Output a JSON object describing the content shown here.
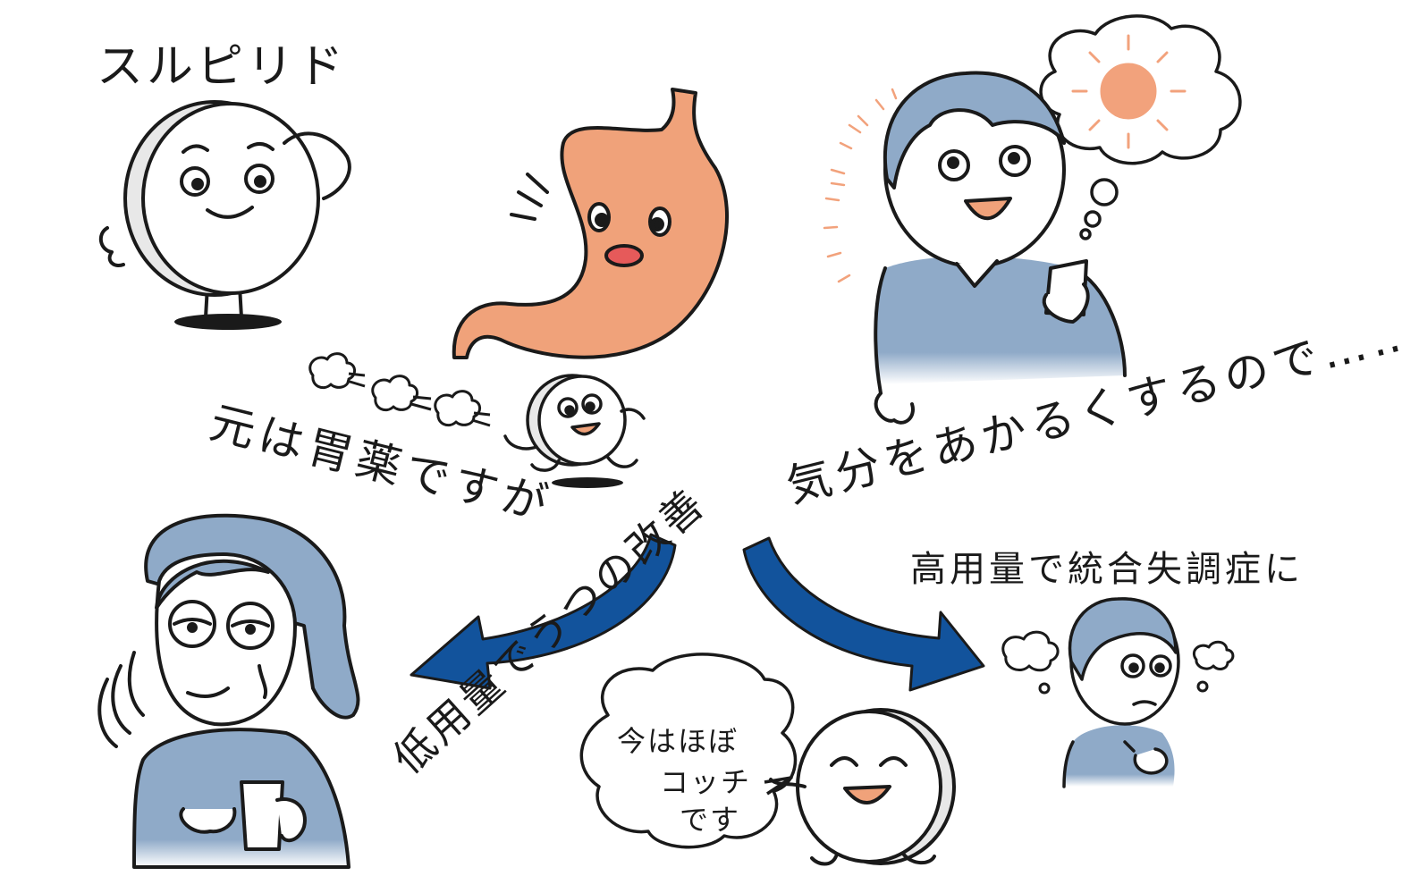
{
  "labels": {
    "drug_name": "スルピリド",
    "stomach_caption": "元は胃薬ですが",
    "mood_caption": "気分をあかるくするので……",
    "low_dose": "低用量でうつの改善",
    "high_dose": "高用量で統合失調症に",
    "bubble_line1": "今はほぼ",
    "bubble_line2": "コッチ",
    "bubble_line3": "です"
  },
  "colors": {
    "ink": "#1a1a1a",
    "stomach": "#f0a27a",
    "mouth": "#e65a5a",
    "hair": "#8faac8",
    "shirt": "#8faac8",
    "sun": "#f2a27c",
    "arrow": "#12539c"
  },
  "icons": [
    "pill-character-icon",
    "stomach-character-icon",
    "sun-icon",
    "thought-cloud-icon",
    "speech-bubble-icon",
    "curved-arrow-left-icon",
    "curved-arrow-right-icon"
  ]
}
